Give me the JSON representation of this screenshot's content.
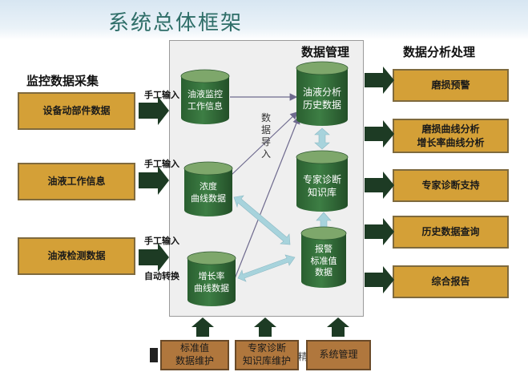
{
  "title": "系统总体框架",
  "headings": {
    "data_management": "数据管理",
    "data_analysis": "数据分析处理",
    "monitoring": "监控数据采集"
  },
  "input_labels": {
    "manual_1": "手工输入",
    "manual_2": "手工输入",
    "manual_3": "手工输入",
    "auto": "自动转换"
  },
  "left_boxes": [
    "设备动部件数据",
    "油液工作信息",
    "油液检测数据"
  ],
  "cylinders": {
    "monitor_info": [
      "油液监控",
      "工作信息"
    ],
    "concentration": [
      "浓度",
      "曲线数据"
    ],
    "growth": [
      "增长率",
      "曲线数据"
    ],
    "history": [
      "油液分析",
      "历史数据"
    ],
    "knowledge": [
      "专家诊断",
      "知识库"
    ],
    "alarm": [
      "报警",
      "标准值",
      "数据"
    ]
  },
  "import_label": "数据导入",
  "right_boxes": [
    [
      "磨损预警"
    ],
    [
      "磨损曲线分析",
      "增长率曲线分析"
    ],
    [
      "专家诊断支持"
    ],
    [
      "历史数据查询"
    ],
    [
      "综合报告"
    ]
  ],
  "bottom_boxes": [
    [
      "标准值",
      "数据维护"
    ],
    [
      "专家诊断",
      "知识库维护"
    ],
    [
      "系统管理"
    ]
  ],
  "bottom_partial_char": "精",
  "colors": {
    "box_fill": "#d4a037",
    "bottom_box_fill": "#b0773d",
    "cylinder_fill": "#2f6e35",
    "cylinder_top": "#7ea76b",
    "dark_arrow": "#1d3b24",
    "light_arrow": "#a7d3dc",
    "title": "#2e6e68"
  }
}
